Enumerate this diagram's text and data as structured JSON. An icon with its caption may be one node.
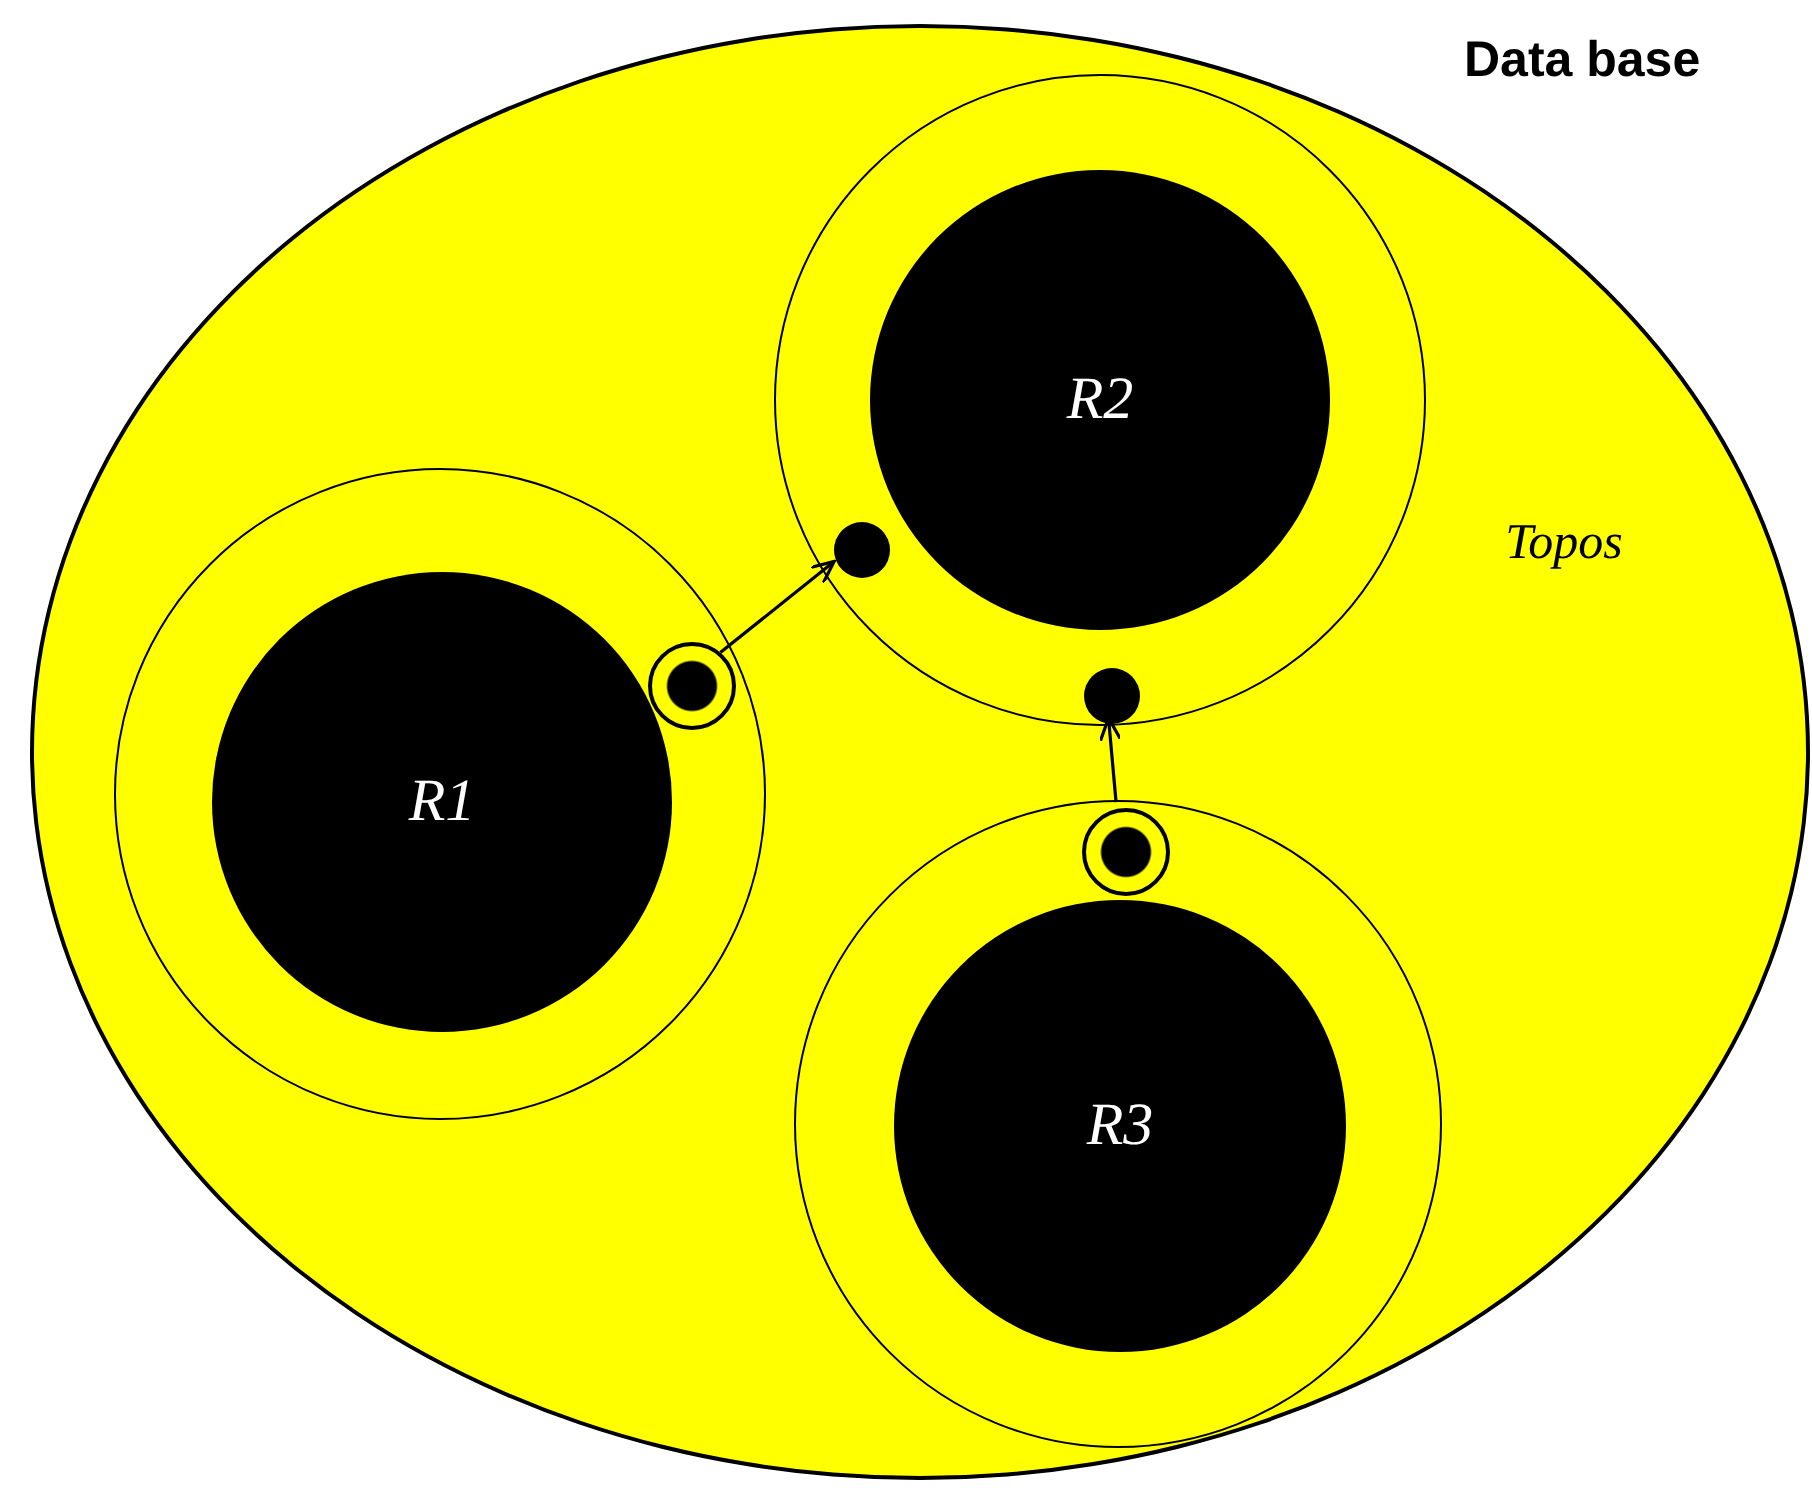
{
  "diagram": {
    "title": "Data base",
    "nodes": [
      {
        "text": [
          "Topos"
        ]
      },
      {
        "text": [],
        "shape": "circle",
        "in": 0
      },
      {
        "text": [
          "R1"
        ],
        "in": 1
      },
      {
        "text": [],
        "shape": "circle",
        "in": 0
      },
      {
        "text": [
          "R2"
        ],
        "in": 3
      },
      {
        "text": [],
        "shape": "circle",
        "in": 0
      },
      {
        "text": [
          "R3"
        ],
        "in": 5
      },
      {
        "text": [],
        "shape": "circle",
        "in": 1
      },
      {
        "text": [],
        "shape": "circle",
        "in": 3
      },
      {
        "text": [],
        "shape": "circle",
        "in": 3
      },
      {
        "text": [],
        "shape": "circle",
        "in": 5
      }
    ],
    "edges": [
      {
        "from": 7,
        "to": 8,
        "arrow": "to"
      },
      {
        "from": 10,
        "to": 9,
        "arrow": "to"
      }
    ]
  }
}
